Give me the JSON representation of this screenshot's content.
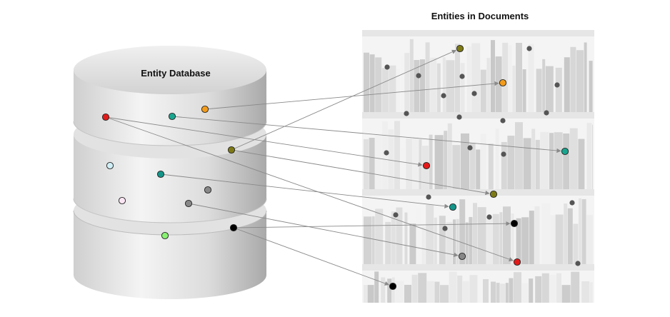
{
  "database": {
    "title": "Entity Database"
  },
  "documents": {
    "title": "Entities in Documents"
  },
  "colors": {
    "arrow": "#8a8a8a",
    "shelf_background": "#f4f4f4",
    "shelf_board": "#e9e9e9",
    "background_dot": "#555555",
    "cylinder_light": "#f7f7f7",
    "cylinder_dark": "#b9b9b9"
  },
  "entities": [
    {
      "id": "red",
      "color": "#e41a1a"
    },
    {
      "id": "teal-1",
      "color": "#1aa58f"
    },
    {
      "id": "orange",
      "color": "#f39c1c"
    },
    {
      "id": "olive",
      "color": "#7d7a16"
    },
    {
      "id": "light-blue",
      "color": "#cfeef6"
    },
    {
      "id": "teal-2",
      "color": "#15958a"
    },
    {
      "id": "gray",
      "color": "#888888"
    },
    {
      "id": "pink",
      "color": "#fbe5f3"
    },
    {
      "id": "black",
      "color": "#000000"
    },
    {
      "id": "light-green",
      "color": "#86f26f"
    }
  ]
}
